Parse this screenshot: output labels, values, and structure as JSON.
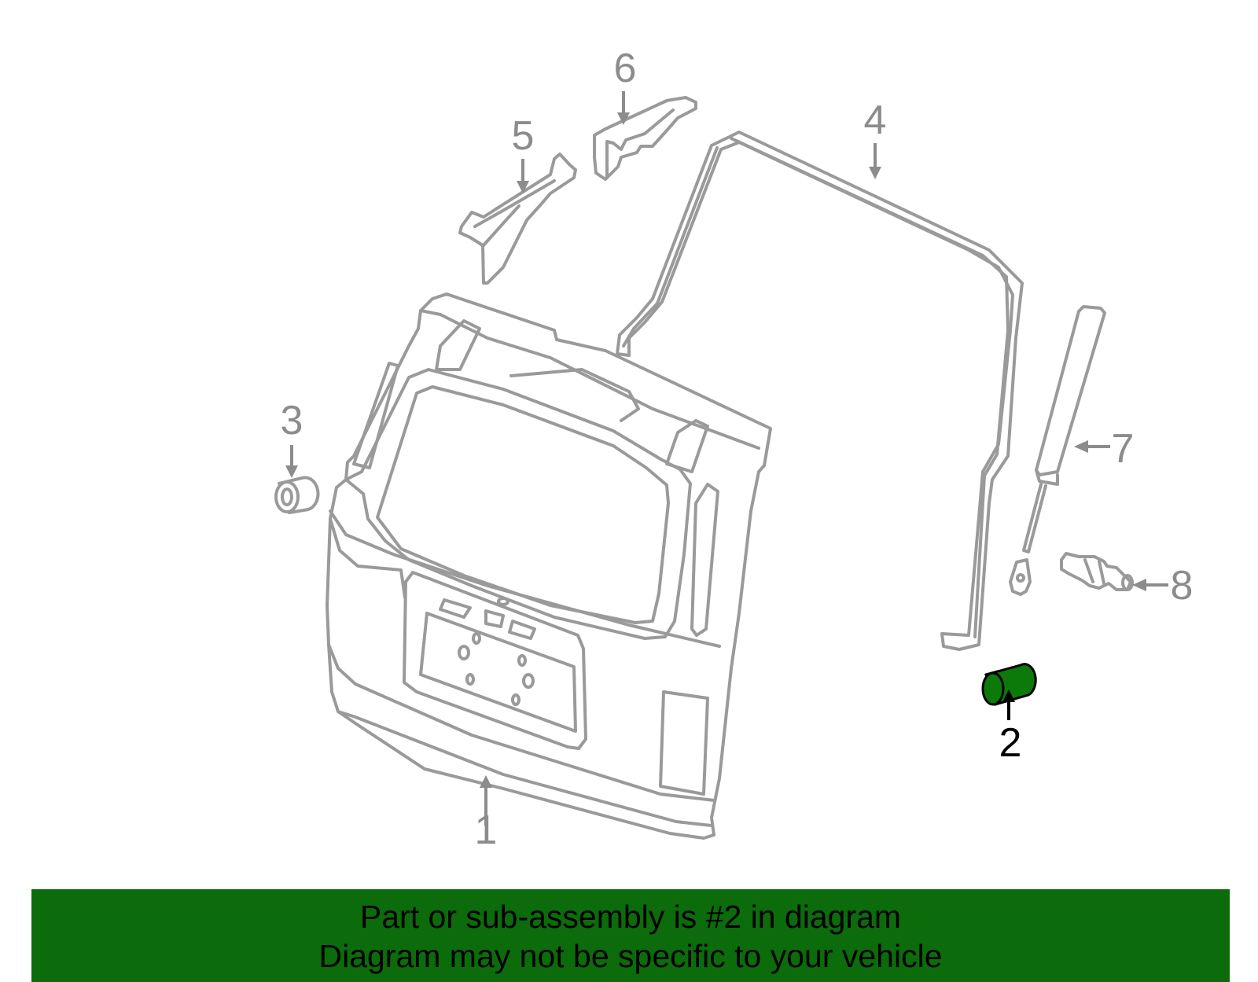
{
  "colors": {
    "line_gray": "#9a9a9a",
    "text_gray": "#8c8c8c",
    "highlight_green": "#0c7a0a",
    "banner_green": "#0c6b0a",
    "black": "#000000"
  },
  "callouts": {
    "part_1": "1",
    "part_2": "2",
    "part_3": "3",
    "part_4": "4",
    "part_5": "5",
    "part_6": "6",
    "part_7": "7",
    "part_8": "8"
  },
  "highlighted_part": "2",
  "banner": {
    "line1": "Part or sub-assembly is #2 in diagram",
    "line2": "Diagram may not be specific to your vehicle"
  }
}
